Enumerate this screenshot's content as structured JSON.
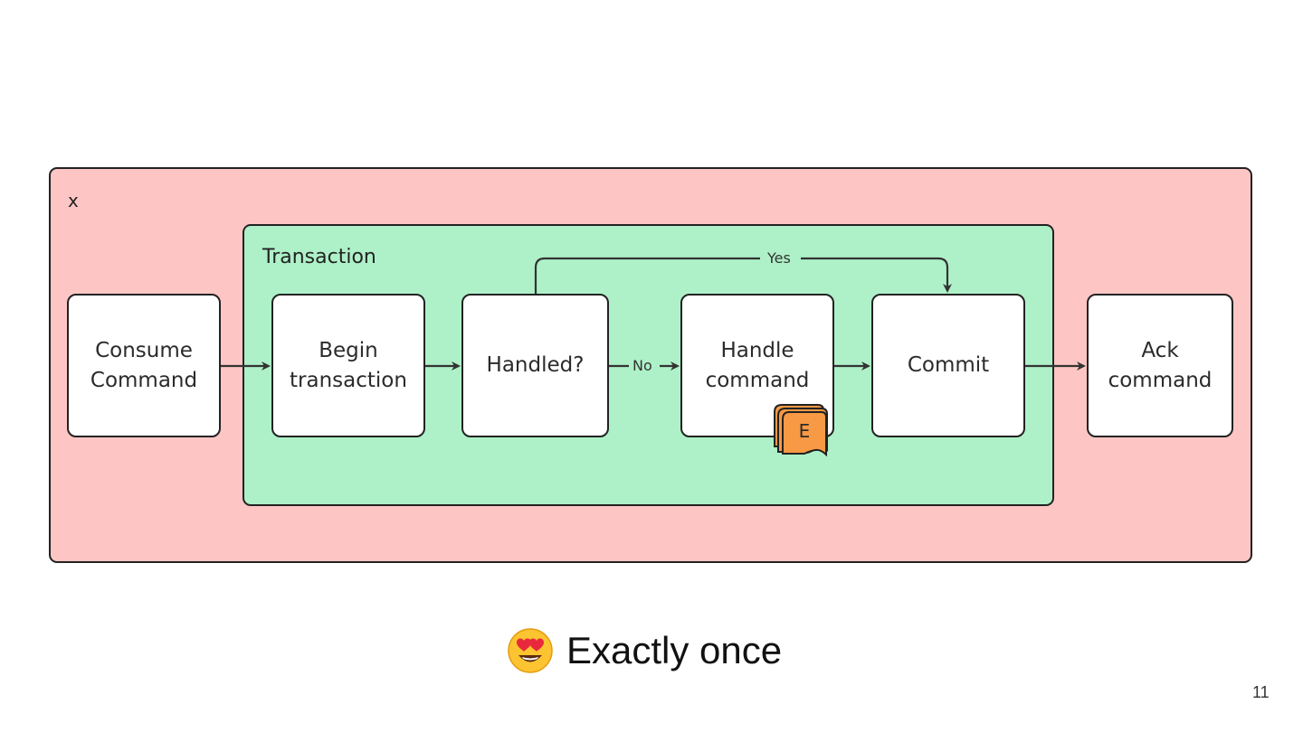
{
  "diagram": {
    "outer_label": "x",
    "inner_label": "Transaction",
    "nodes": {
      "consume_command": "Consume\nCommand",
      "begin_transaction": "Begin\ntransaction",
      "handled": "Handled?",
      "handle_command": "Handle\ncommand",
      "commit": "Commit",
      "ack_command": "Ack\ncommand"
    },
    "edges": {
      "yes_label": "Yes",
      "no_label": "No"
    },
    "event_badge": {
      "letter": "E",
      "color": "#f89a45"
    },
    "colors": {
      "outer_fill": "#fdc6c4",
      "inner_fill": "#aef1c8"
    }
  },
  "footer": {
    "emoji_icon": "smiling-face-with-heart-eyes-icon",
    "text": "Exactly once"
  },
  "slide_number": "11"
}
